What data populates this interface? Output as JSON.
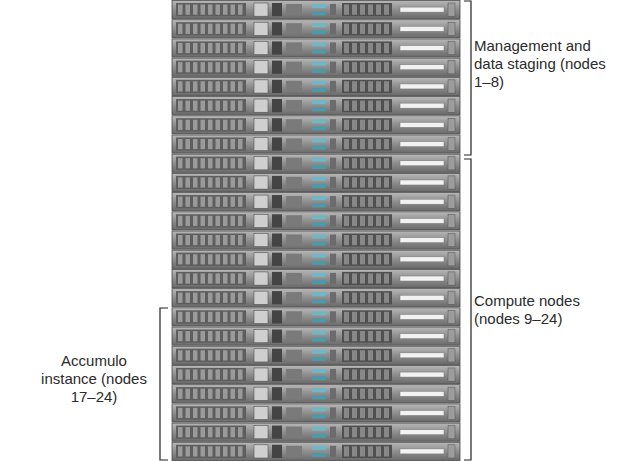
{
  "diagram": {
    "labels": [
      "Management and data staging (nodes 1–8)",
      "Compute nodes (nodes 9–24)",
      "Accumulo instance (nodes 17–24)"
    ]
  }
}
